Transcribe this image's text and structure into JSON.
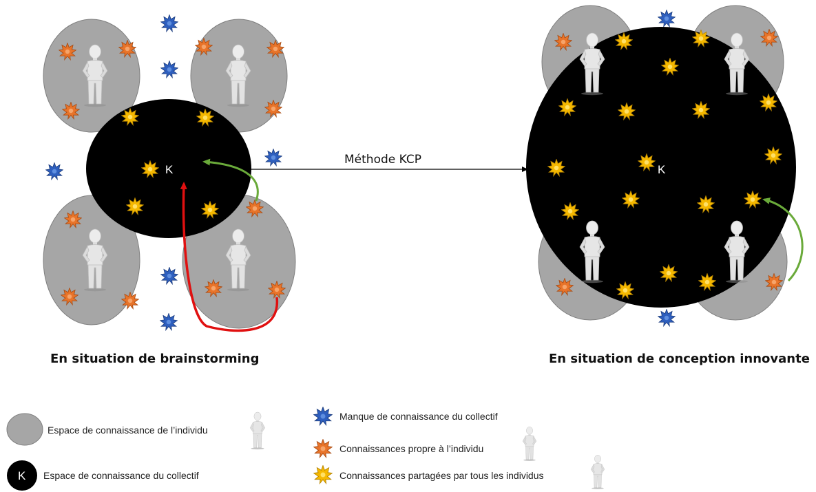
{
  "diagram": {
    "center_label": "K",
    "arrow_label": "Méthode KCP",
    "left_caption": "En situation de brainstorming",
    "right_caption": "En situation de conception innovante"
  },
  "legend": {
    "k_symbol": "K",
    "individual_space": "Espace de connaissance de l’individu",
    "collective_space": "Espace de connaissance du collectif",
    "collective_gap": "Manque de connaissance du collectif",
    "own_knowledge": "Connaissances propre à l’individu",
    "shared_knowledge": "Connaissances partagées par tous les individus"
  },
  "colors": {
    "individual_space": "#a6a6a6",
    "collective_space": "#000000",
    "collective_gap_star": "#2e5fbf",
    "own_knowledge_star": "#e8742a",
    "shared_knowledge_star": "#f5b800",
    "green_arrow": "#6aaa3a",
    "red_arrow": "#e01010"
  }
}
